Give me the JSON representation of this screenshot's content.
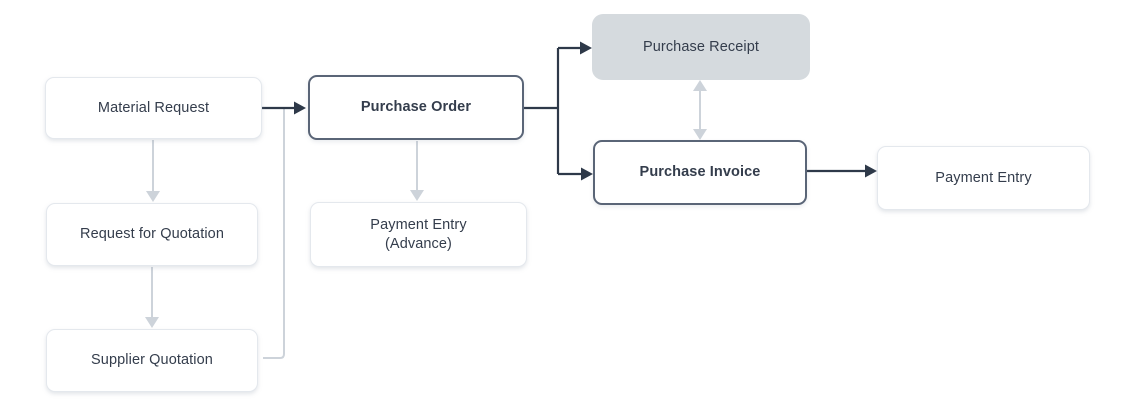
{
  "colors": {
    "background": "#ffffff",
    "text": "#343d4c",
    "dark_line": "#2e3949",
    "light_line": "#cdd3da",
    "node_fill": "#ffffff",
    "node_border_light": "#e4e8ed",
    "node_border_dark": "#5a6577",
    "gray_node_fill": "#d5dade"
  },
  "nodes": {
    "material_request": {
      "label": "Material Request",
      "emphasis": "normal"
    },
    "request_for_quotation": {
      "label": "Request for Quotation",
      "emphasis": "normal"
    },
    "supplier_quotation": {
      "label": "Supplier Quotation",
      "emphasis": "normal"
    },
    "purchase_order": {
      "label": "Purchase Order",
      "emphasis": "bold"
    },
    "payment_entry_advance": {
      "label_line1": "Payment Entry",
      "label_line2": "(Advance)",
      "emphasis": "normal"
    },
    "purchase_receipt": {
      "label": "Purchase Receipt",
      "emphasis": "normal",
      "variant": "filled"
    },
    "purchase_invoice": {
      "label": "Purchase Invoice",
      "emphasis": "bold"
    },
    "payment_entry": {
      "label": "Payment Entry",
      "emphasis": "normal"
    }
  },
  "edges": [
    {
      "from": "material_request",
      "to": "purchase_order",
      "style": "solid-dark-arrow"
    },
    {
      "from": "material_request",
      "to": "request_for_quotation",
      "style": "light-arrow-down"
    },
    {
      "from": "request_for_quotation",
      "to": "supplier_quotation",
      "style": "light-arrow-down"
    },
    {
      "from": "supplier_quotation",
      "to": "material_request_to_purchase_order_line",
      "style": "light-elbow-line"
    },
    {
      "from": "purchase_order",
      "to": "purchase_receipt",
      "style": "solid-dark-arrow"
    },
    {
      "from": "purchase_order",
      "to": "purchase_invoice",
      "style": "solid-dark-arrow"
    },
    {
      "from": "purchase_order",
      "to": "payment_entry_advance",
      "style": "light-arrow-down"
    },
    {
      "from": "purchase_receipt",
      "to": "purchase_invoice",
      "style": "light-double-arrow"
    },
    {
      "from": "purchase_invoice",
      "to": "payment_entry",
      "style": "solid-dark-arrow"
    }
  ]
}
